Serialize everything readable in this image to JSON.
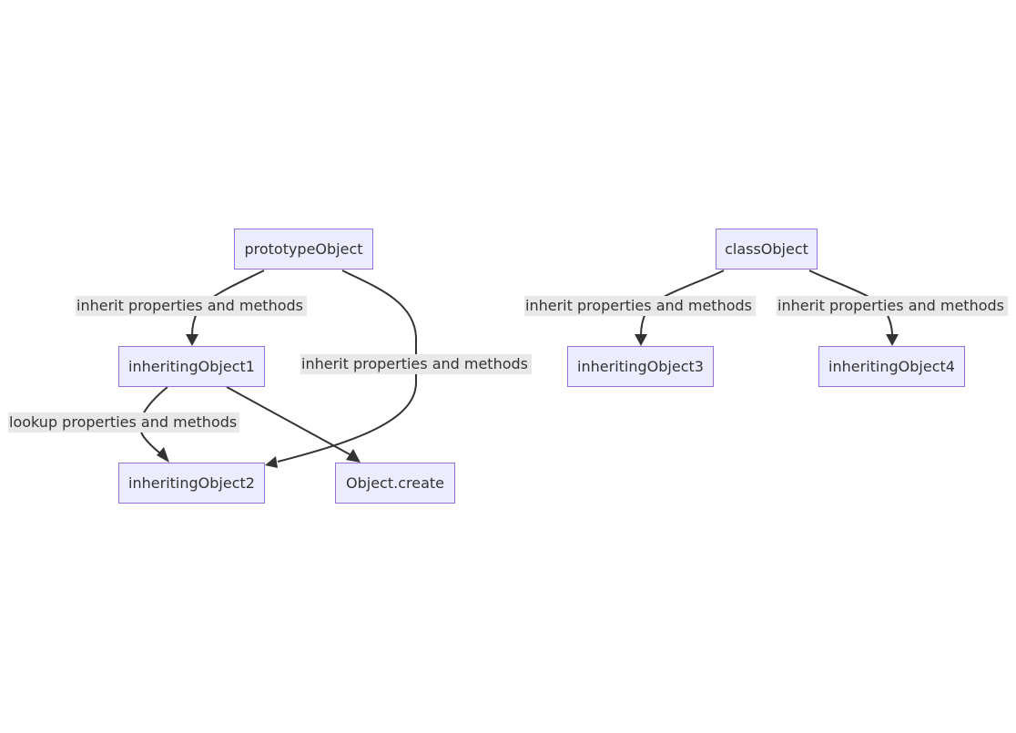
{
  "diagram": {
    "type": "flowchart",
    "colors": {
      "node_fill": "#ececff",
      "node_border": "#9370db",
      "text": "#333333",
      "edge": "#333333",
      "label_bg": "#e8e8e8",
      "background": "#ffffff"
    },
    "nodes": {
      "prototypeObject": "prototypeObject",
      "inheritingObject1": "inheritingObject1",
      "inheritingObject2": "inheritingObject2",
      "objectCreate": "Object.create",
      "classObject": "classObject",
      "inheritingObject3": "inheritingObject3",
      "inheritingObject4": "inheritingObject4"
    },
    "edges": [
      {
        "from": "prototypeObject",
        "to": "inheritingObject1",
        "label": "inherit properties and methods"
      },
      {
        "from": "prototypeObject",
        "to": "inheritingObject2",
        "label": "inherit properties and methods"
      },
      {
        "from": "inheritingObject1",
        "to": "inheritingObject2",
        "label": "lookup properties and methods"
      },
      {
        "from": "inheritingObject1",
        "to": "objectCreate",
        "label": ""
      },
      {
        "from": "classObject",
        "to": "inheritingObject3",
        "label": "inherit properties and methods"
      },
      {
        "from": "classObject",
        "to": "inheritingObject4",
        "label": "inherit properties and methods"
      }
    ]
  }
}
